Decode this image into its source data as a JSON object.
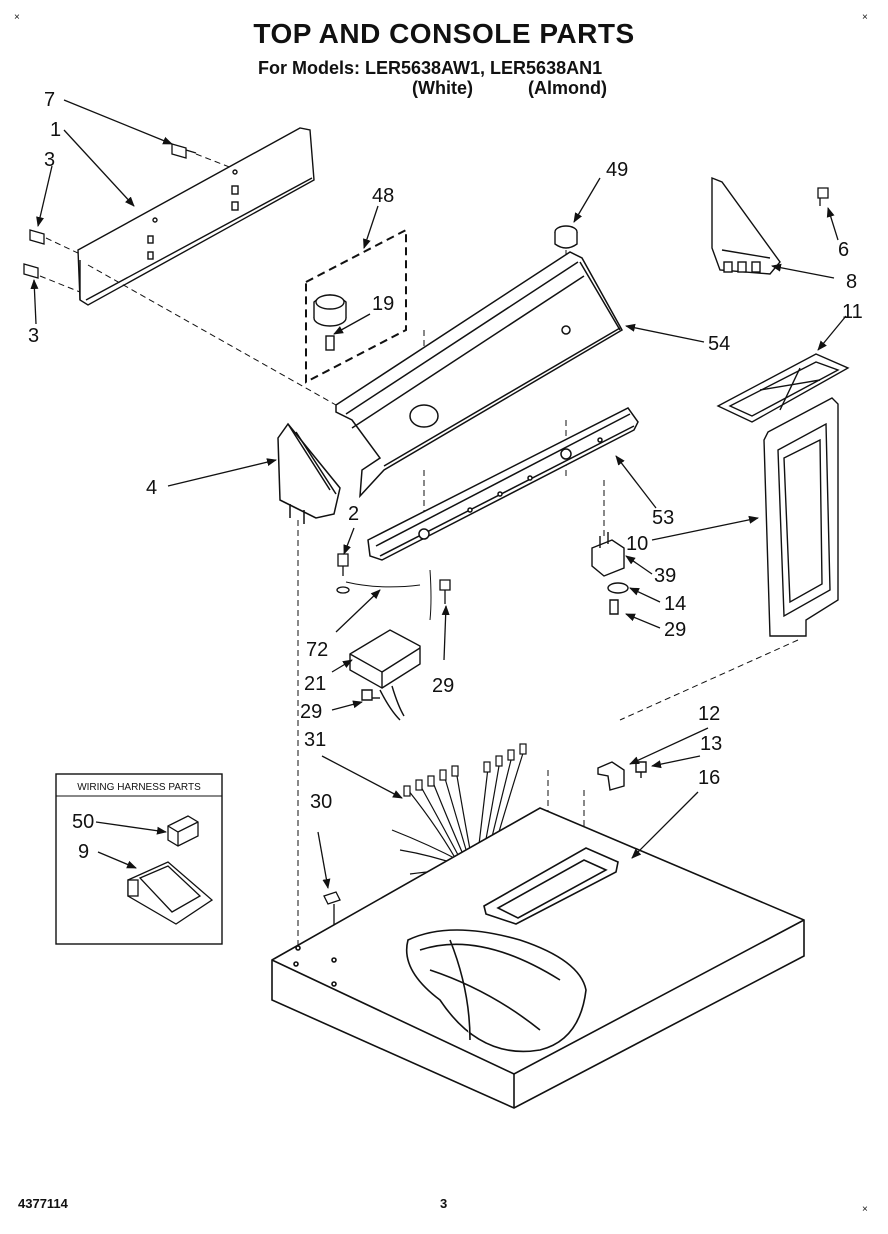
{
  "header": {
    "title": "TOP AND CONSOLE PARTS",
    "models_line": "For Models: LER5638AW1, LER5638AN1",
    "variant_white": "(White)",
    "variant_almond": "(Almond)"
  },
  "callouts": {
    "c7": "7",
    "c1": "1",
    "c3a": "3",
    "c3b": "3",
    "c48": "48",
    "c19": "19",
    "c49": "49",
    "c6": "6",
    "c8": "8",
    "c11": "11",
    "c54": "54",
    "c4": "4",
    "c2": "2",
    "c53": "53",
    "c10": "10",
    "c39": "39",
    "c14": "14",
    "c29a": "29",
    "c72": "72",
    "c21": "21",
    "c29b": "29",
    "c29c": "29",
    "c12": "12",
    "c13": "13",
    "c31": "31",
    "c16": "16",
    "c30": "30",
    "c50": "50",
    "c9": "9"
  },
  "inset": {
    "title": "WIRING HARNESS PARTS"
  },
  "footer": {
    "doc_number": "4377114",
    "page": "3"
  }
}
